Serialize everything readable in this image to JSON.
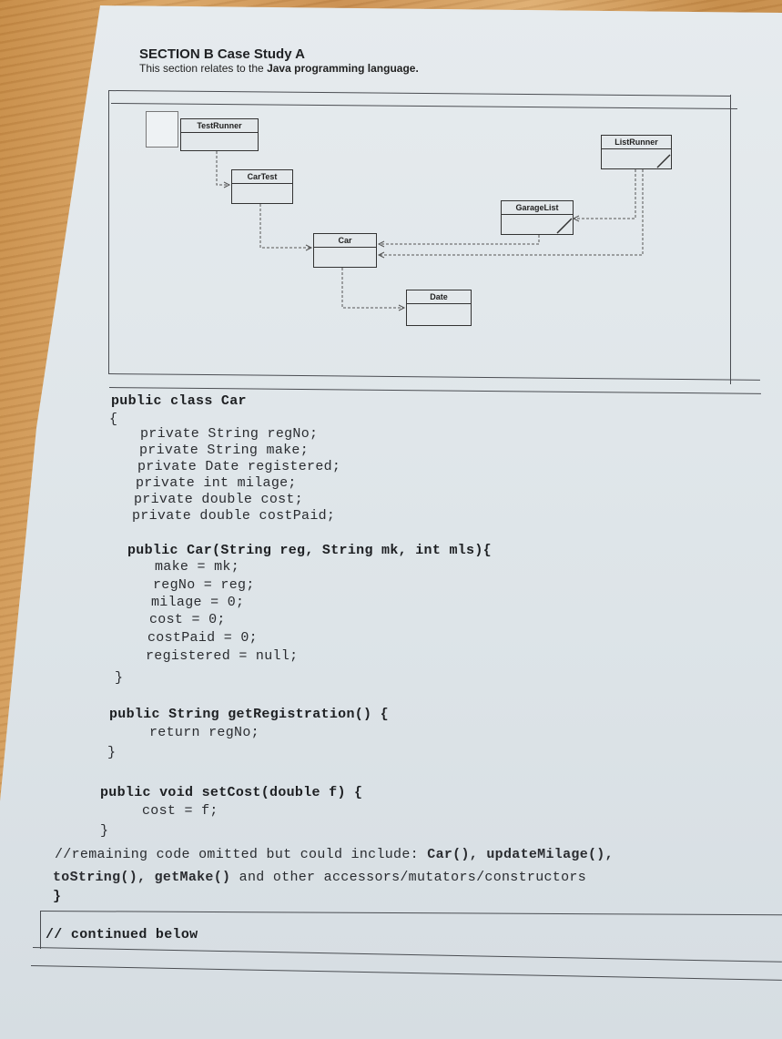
{
  "section": {
    "title": "SECTION B Case Study A",
    "subtitle_prefix": "This section relates to the ",
    "subtitle_bold": "Java programming language."
  },
  "diagram": {
    "classes": [
      "TestRunner",
      "CarTest",
      "Car",
      "Date",
      "GarageList",
      "ListRunner"
    ]
  },
  "code": {
    "class_decl": "public class Car",
    "open_brace": "{",
    "fields": [
      "private String regNo;",
      "private String make;",
      "private Date registered;",
      "private int milage;",
      "private double cost;",
      "private double costPaid;"
    ],
    "constructor_sig": "public Car(String reg, String mk, int mls){",
    "constructor_body": [
      "make = mk;",
      "regNo = reg;",
      "milage = 0;",
      "cost = 0;",
      "costPaid = 0;",
      "registered = null;"
    ],
    "close_brace": "}",
    "getter_sig": "public String getRegistration() {",
    "getter_body": "return regNo;",
    "setter_sig": "public void setCost(double f) {",
    "setter_body": "cost = f;",
    "comment_line1_a": "//remaining code omitted but could include: ",
    "comment_line1_b": "Car(), updateMilage(),",
    "comment_line2_a": "toString(), getMake()",
    "comment_line2_b": " and other accessors/mutators/constructors",
    "class_close": "}",
    "continued": "// continued below"
  }
}
